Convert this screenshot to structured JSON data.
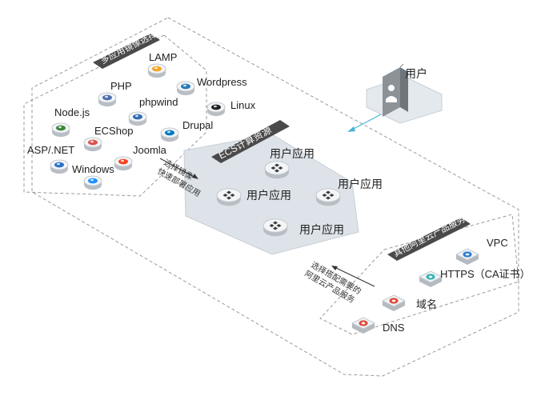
{
  "regions": {
    "images_title": "多应用镜像选择",
    "ecs_title": "ECS计算资源",
    "services_title": "其他阿里云产品服务"
  },
  "user": {
    "label": "用户"
  },
  "images": [
    {
      "label": "LAMP",
      "icon": "lamp-icon",
      "color": "#f5a623"
    },
    {
      "label": "PHP",
      "icon": "php-icon",
      "color": "#4f6fae"
    },
    {
      "label": "Wordpress",
      "icon": "wordpress-icon",
      "color": "#2b7bb9"
    },
    {
      "label": "phpwind",
      "icon": "phpwind-icon",
      "color": "#2f6db5"
    },
    {
      "label": "Node.js",
      "icon": "nodejs-icon",
      "color": "#3c873a"
    },
    {
      "label": "Linux",
      "icon": "linux-icon",
      "color": "#222222"
    },
    {
      "label": "ECShop",
      "icon": "ecshop-icon",
      "color": "#d9534f"
    },
    {
      "label": "Drupal",
      "icon": "drupal-icon",
      "color": "#0077c0"
    },
    {
      "label": "ASP/.NET",
      "icon": "aspnet-icon",
      "color": "#2d72c9"
    },
    {
      "label": "Joomla",
      "icon": "joomla-icon",
      "color": "#f44321"
    },
    {
      "label": "Windows",
      "icon": "windows-icon",
      "color": "#1e90ff"
    }
  ],
  "apps": [
    {
      "label": "用户应用"
    },
    {
      "label": "用户应用"
    },
    {
      "label": "用户应用"
    },
    {
      "label": "用户应用"
    }
  ],
  "services": [
    {
      "label": "VPC",
      "icon": "vpc-icon",
      "color": "#2f7fd0"
    },
    {
      "label": "HTTPS（CA证书）",
      "icon": "https-cert-icon",
      "color": "#36b3b0"
    },
    {
      "label": "域名",
      "icon": "domain-icon",
      "color": "#e24b3c"
    },
    {
      "label": "DNS",
      "icon": "dns-icon",
      "color": "#e24b3c"
    }
  ],
  "connectors": {
    "images_to_ecs": [
      "选择镜像",
      "快速部署应用"
    ],
    "services_to_ecs": [
      "选择搭配需要的",
      "阿里云产品服务"
    ]
  },
  "colors": {
    "banner": "#4a4a4a",
    "hex_fill": "#dde3e8",
    "accent": "#45b5d6"
  }
}
